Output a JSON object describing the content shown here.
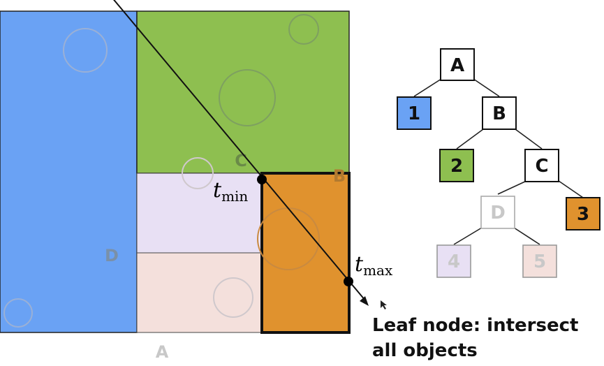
{
  "colors": {
    "region1": "#6aa2f4",
    "region2": "#8ebf50",
    "region3": "#e0922e",
    "region4": "#e8e0f4",
    "region5": "#f4e0dc",
    "faded_label": "#c8c8c8",
    "faded_blue": "#7a90a8",
    "faded_green": "#6a8a48",
    "ghost_circle_blue": "#9ab0d6",
    "ghost_circle_green": "#7ea060",
    "ghost_circle_pale": "#cfc8cc"
  },
  "scene": {
    "region_labels": {
      "D": "D",
      "C": "C",
      "B": "B",
      "A": "A"
    },
    "ray": {
      "t_min_base": "t",
      "t_min_sub": "min",
      "t_max_base": "t",
      "t_max_sub": "max"
    }
  },
  "tree": {
    "nodes": {
      "A": "A",
      "B": "B",
      "C": "C",
      "D": "D",
      "leaf1": "1",
      "leaf2": "2",
      "leaf3": "3",
      "leaf4": "4",
      "leaf5": "5"
    }
  },
  "caption": {
    "line1": "Leaf node: intersect",
    "line2": "all objects"
  }
}
